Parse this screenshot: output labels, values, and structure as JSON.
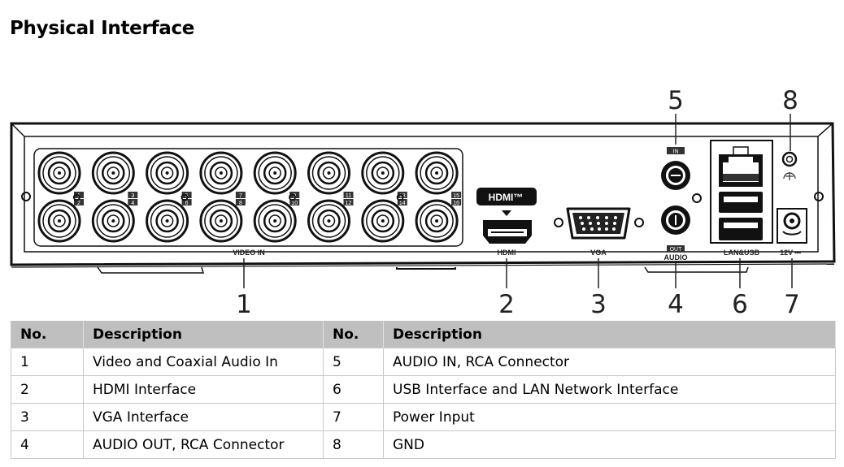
{
  "title": "Physical Interface",
  "panel": {
    "video_ports": [
      "1",
      "2",
      "3",
      "4",
      "5",
      "6",
      "7",
      "8",
      "9",
      "10",
      "11",
      "12",
      "13",
      "14",
      "15",
      "16"
    ],
    "labels": {
      "video_in": "VIDEO IN",
      "hdmi_badge": "HDMI™",
      "hdmi": "HDMI",
      "vga": "VGA",
      "audio_in": "IN",
      "audio_out": "OUT",
      "audio": "AUDIO",
      "lan_usb": "LAN&USB",
      "power": "12V ⎓"
    },
    "callouts": {
      "c1": "1",
      "c2": "2",
      "c3": "3",
      "c4": "4",
      "c5": "5",
      "c6": "6",
      "c7": "7",
      "c8": "8"
    }
  },
  "table": {
    "headers": [
      "No.",
      "Description",
      "No.",
      "Description"
    ],
    "rows": [
      {
        "no_a": "1",
        "desc_a": "Video and Coaxial Audio In",
        "no_b": "5",
        "desc_b": "AUDIO IN, RCA Connector"
      },
      {
        "no_a": "2",
        "desc_a": "HDMI Interface",
        "no_b": "6",
        "desc_b": "USB Interface and LAN Network Interface"
      },
      {
        "no_a": "3",
        "desc_a": "VGA Interface",
        "no_b": "7",
        "desc_b": "Power Input"
      },
      {
        "no_a": "4",
        "desc_a": "AUDIO OUT, RCA Connector",
        "no_b": "8",
        "desc_b": "GND"
      }
    ]
  }
}
